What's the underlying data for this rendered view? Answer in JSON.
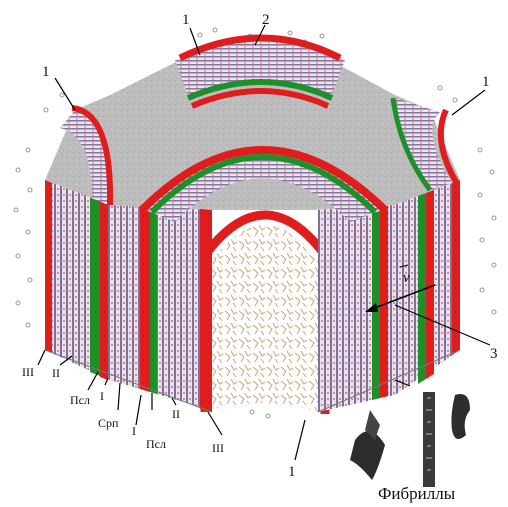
{
  "labels": {
    "top_left_1": "1",
    "top_center_1": "1",
    "top_2": "2",
    "top_right_1": "1",
    "bottom_1": "1",
    "right_3": "3",
    "v": "v",
    "III_left": "III",
    "II_left": "II",
    "psl_left": "Псл",
    "I_left": "I",
    "srp": "Срп",
    "I_mid": "I",
    "psl_mid": "Псл",
    "II_mid": "II",
    "III_mid": "III",
    "fibrils": "Фибриллы"
  },
  "colors": {
    "red": "#e01d1d",
    "green": "#1f8f2a",
    "grey": "#b9b9b9",
    "dots": "#9a9a9a",
    "lumen_fiber": "#d7a77a",
    "wall_stripe": "#8b78a6"
  }
}
